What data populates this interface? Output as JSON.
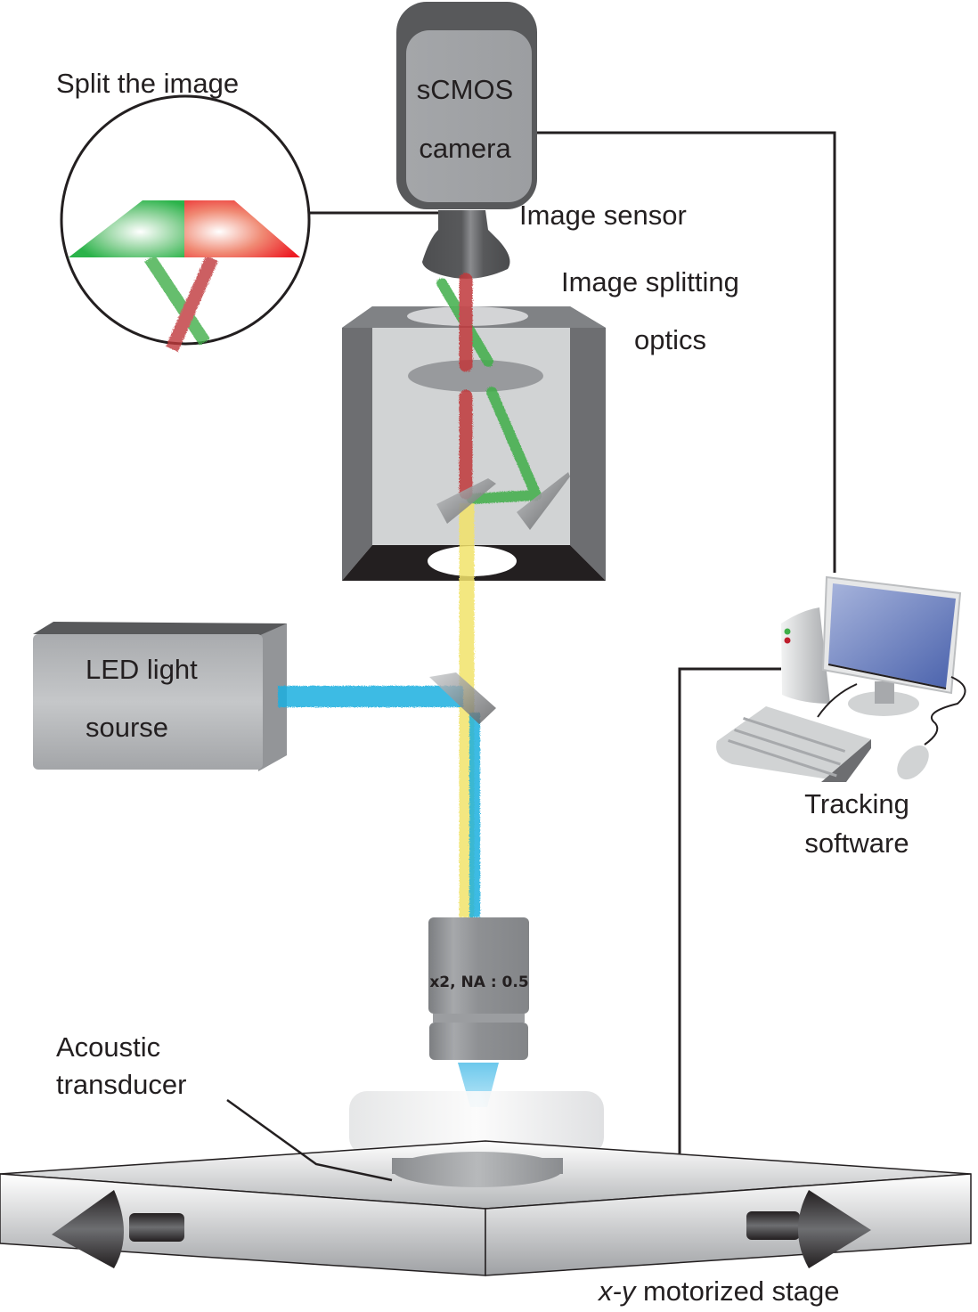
{
  "title": "Microscope tracking setup diagram",
  "labels": {
    "split_image": "Split the image",
    "camera_line1": "sCMOS",
    "camera_line2": "camera",
    "image_sensor": "Image sensor",
    "splitting_line1": "Image splitting",
    "splitting_line2": "optics",
    "led_line1": "LED light",
    "led_line2": "sourse",
    "tracking_line1": "Tracking",
    "tracking_line2": "software",
    "objective": "x2, NA : 0.5",
    "transducer_line1": "Acoustic",
    "transducer_line2": "transducer",
    "stage_axis": "x-y",
    "stage_rest": " motorized stage"
  },
  "colors": {
    "beam_red": "#c0393b",
    "beam_green": "#3fae49",
    "beam_yellow": "#f2e36b",
    "beam_blue": "#1fb0e0",
    "split_green": "#2bb34a",
    "split_red": "#ed1c24",
    "camera_dark": "#595a5c",
    "camera_face": "#a7a9ac",
    "box_glass": "#d1d3d4",
    "box_side": "#6d6e71",
    "box_floor": "#231f20",
    "monitor_screen": "#5b74b8",
    "line": "#231f20"
  }
}
